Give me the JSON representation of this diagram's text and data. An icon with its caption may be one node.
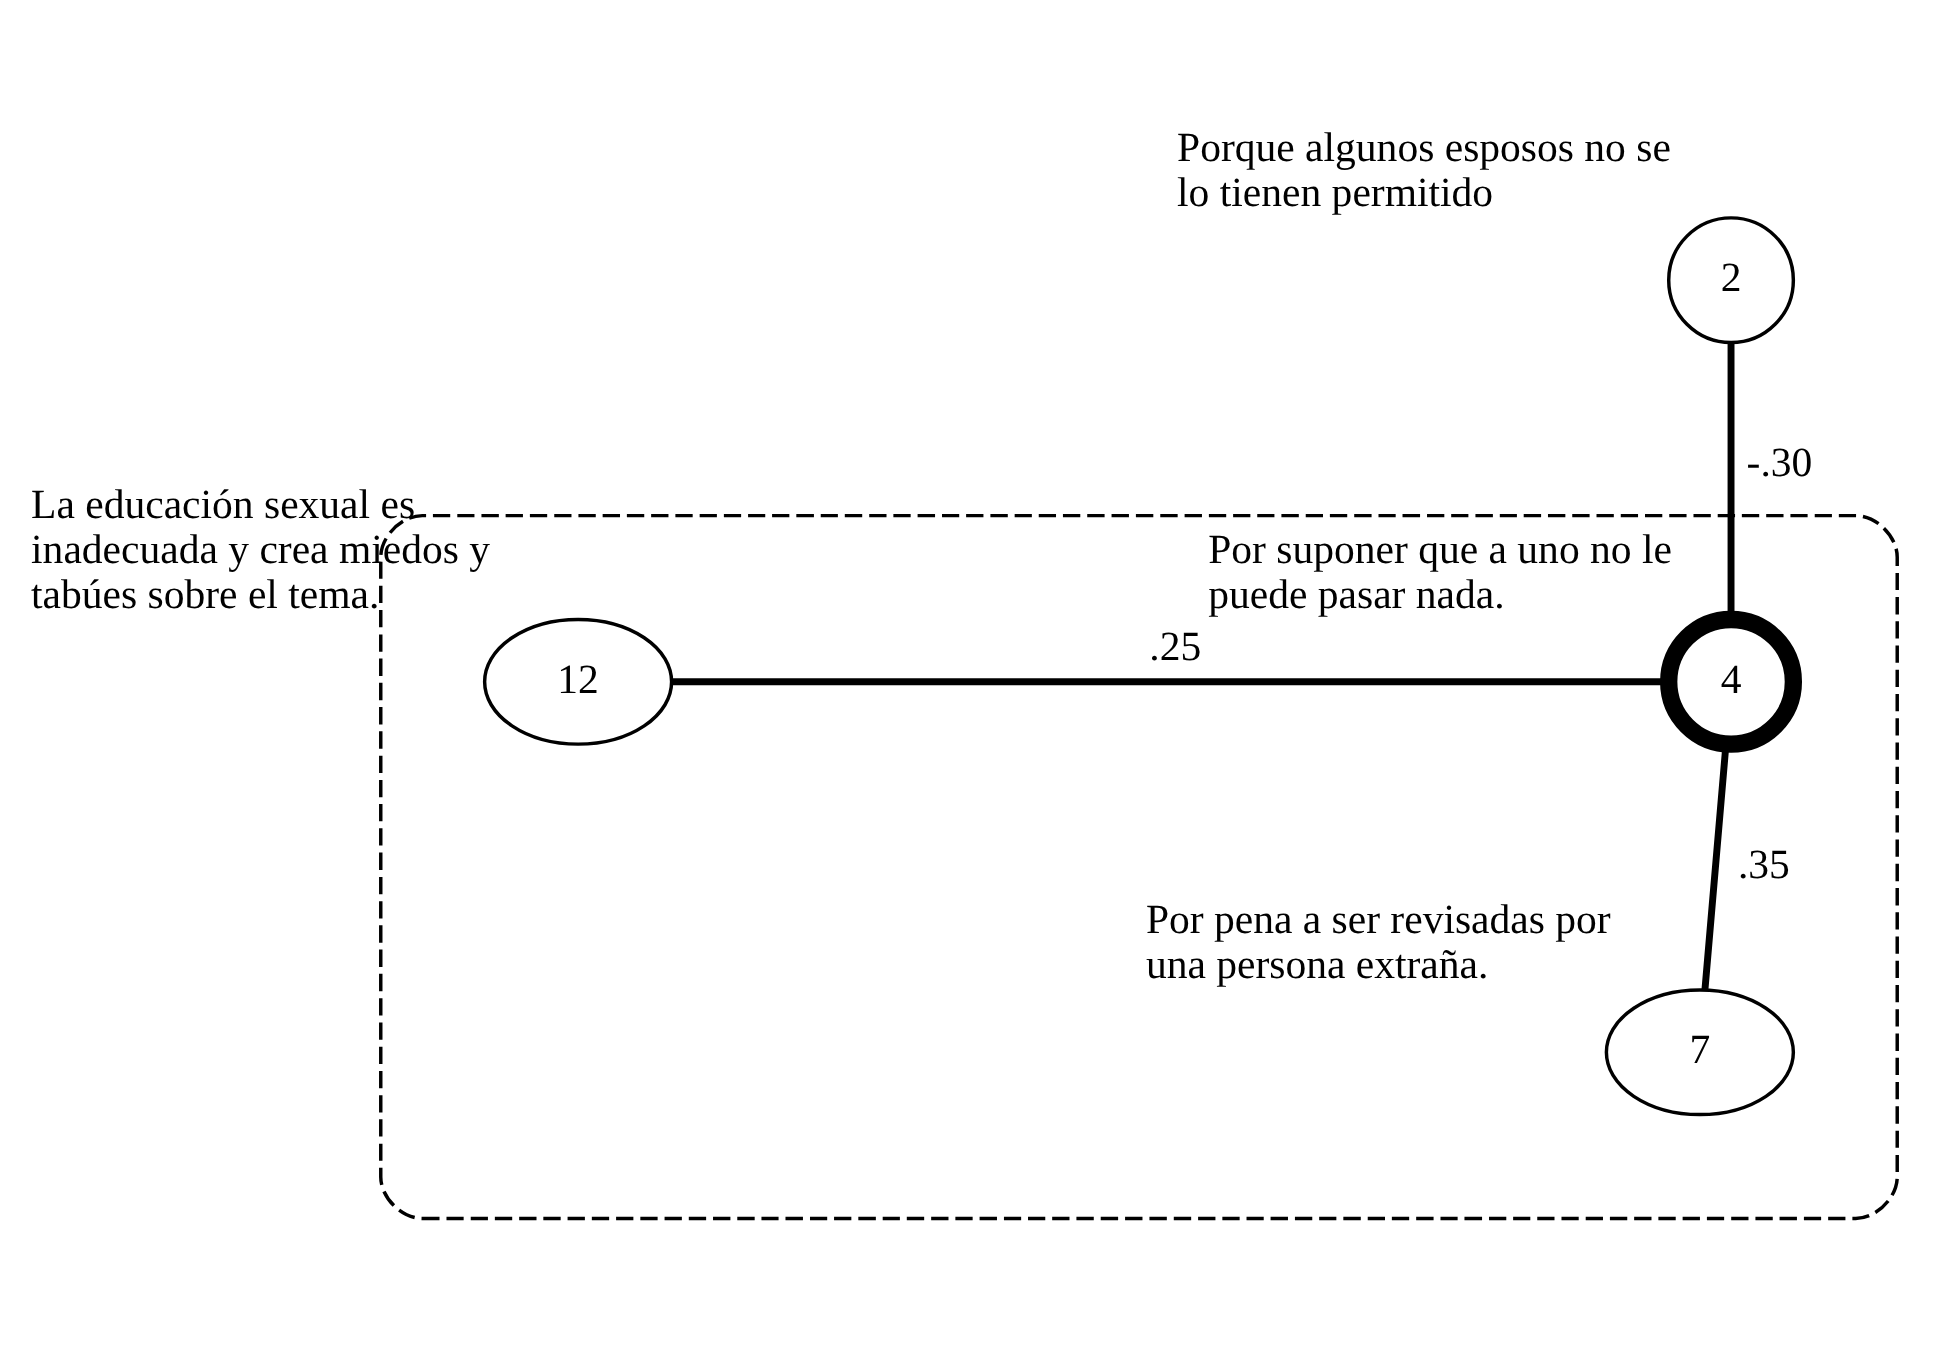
{
  "diagram": {
    "nodes": [
      {
        "text": [],
        "shape": "box"
      },
      {
        "text": [
          "2"
        ],
        "beside": [
          "Porque algunos esposos no se lo tienen permitido"
        ]
      },
      {
        "text": [
          "12"
        ],
        "in": 0,
        "beside": [
          "La educación sexual es inadecuada y crea miedos y tabúes sobre el tema."
        ]
      },
      {
        "text": [
          "4"
        ],
        "in": 0,
        "beside": [
          "Por suponer que a uno no le puede pasar nada."
        ]
      },
      {
        "text": [
          "7"
        ],
        "in": 0,
        "beside": [
          "Por pena a ser revisadas por una persona extraña."
        ]
      }
    ],
    "edges": [
      {
        "from": 1,
        "to": 3,
        "label": "-.30",
        "arrow": "none"
      },
      {
        "from": 2,
        "to": 3,
        "label": ".25",
        "arrow": "none"
      },
      {
        "from": 3,
        "to": 4,
        "label": ".35",
        "arrow": "none"
      }
    ]
  }
}
